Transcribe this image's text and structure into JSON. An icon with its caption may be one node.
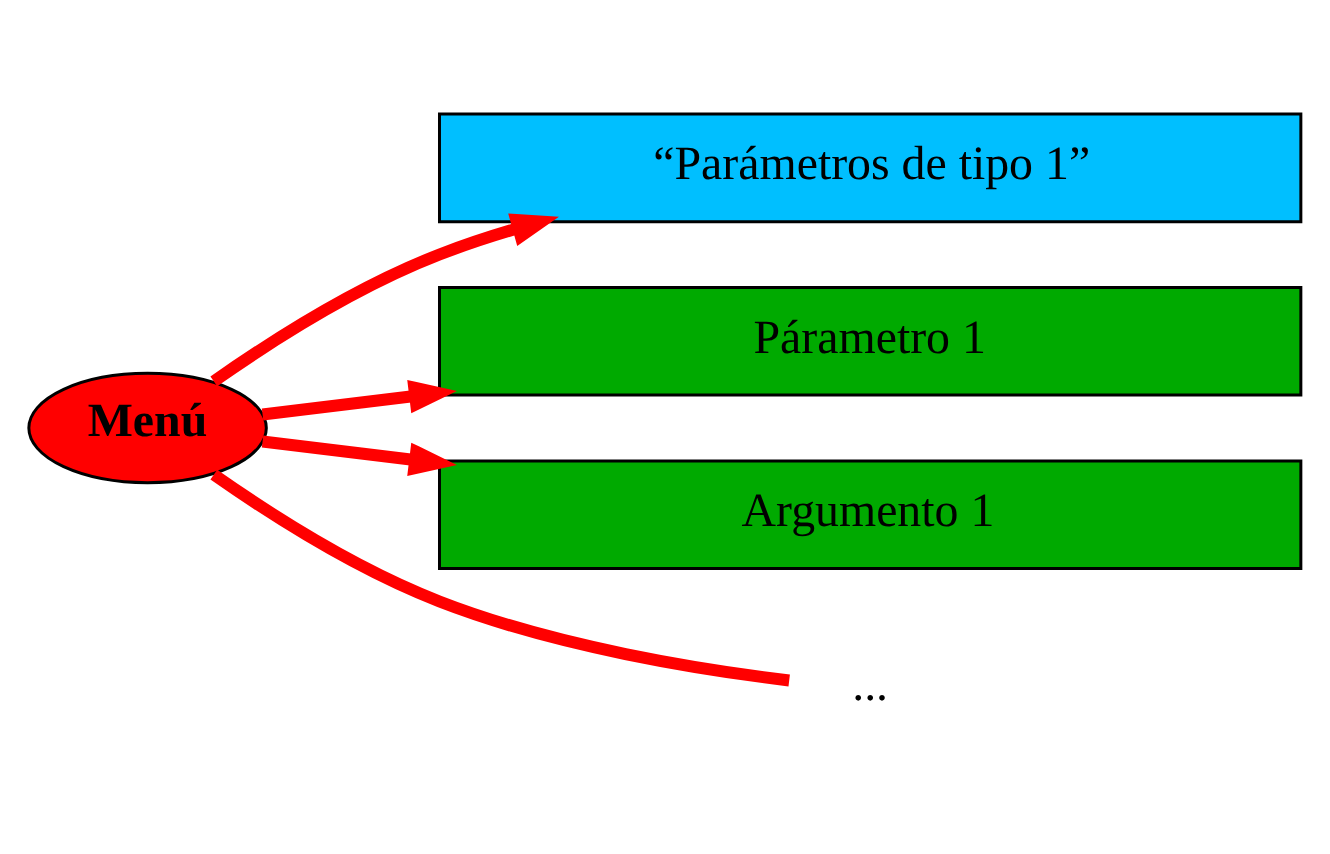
{
  "diagram": {
    "nodes": [
      {
        "text": [
          "Menú"
        ]
      },
      {
        "text": [
          "“Parámetros de tipo 1”"
        ]
      },
      {
        "text": [
          "Párametro 1"
        ]
      },
      {
        "text": [
          "Argumento 1"
        ]
      },
      {
        "text": [
          "..."
        ]
      }
    ],
    "edges": [
      {
        "from": 0,
        "to": 1,
        "arrow": "to"
      },
      {
        "from": 0,
        "to": 2,
        "arrow": "to"
      },
      {
        "from": 0,
        "to": 3,
        "arrow": "to"
      },
      {
        "from": 0,
        "to": 4,
        "arrow": "none"
      }
    ]
  }
}
